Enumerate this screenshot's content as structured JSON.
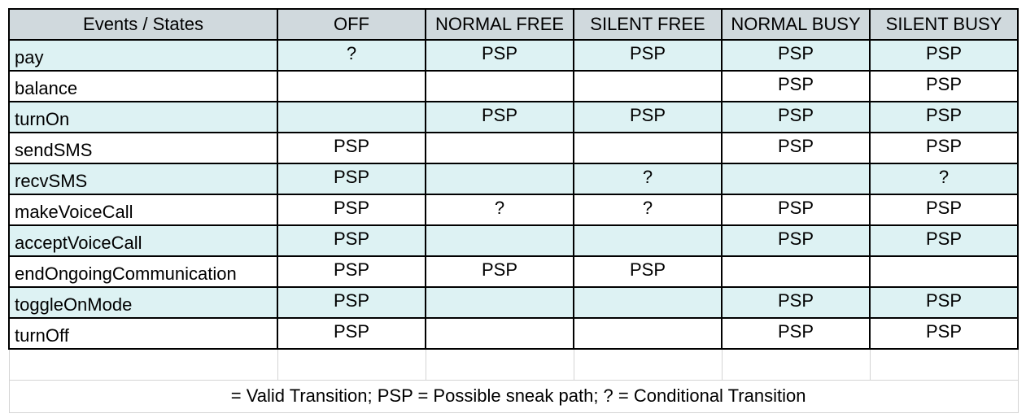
{
  "header": {
    "corner": "Events  /  States",
    "states": [
      "OFF",
      "NORMAL FREE",
      "SILENT FREE",
      "NORMAL BUSY",
      "SILENT BUSY"
    ]
  },
  "rows": [
    {
      "event": "pay",
      "cells": [
        "?",
        "PSP",
        "PSP",
        "PSP",
        "PSP"
      ]
    },
    {
      "event": "balance",
      "cells": [
        "",
        "",
        "",
        "PSP",
        "PSP"
      ]
    },
    {
      "event": "turnOn",
      "cells": [
        "",
        "PSP",
        "PSP",
        "PSP",
        "PSP"
      ]
    },
    {
      "event": "sendSMS",
      "cells": [
        "PSP",
        "",
        "",
        "PSP",
        "PSP"
      ]
    },
    {
      "event": "recvSMS",
      "cells": [
        "PSP",
        "",
        "?",
        "",
        "?"
      ]
    },
    {
      "event": "makeVoiceCall",
      "cells": [
        "PSP",
        "?",
        "?",
        "PSP",
        "PSP"
      ]
    },
    {
      "event": "acceptVoiceCall",
      "cells": [
        "PSP",
        "",
        "",
        "PSP",
        "PSP"
      ]
    },
    {
      "event": "endOngoingCommunication",
      "cells": [
        "PSP",
        "PSP",
        "PSP",
        "",
        ""
      ]
    },
    {
      "event": "toggleOnMode",
      "cells": [
        "PSP",
        "",
        "",
        "PSP",
        "PSP"
      ]
    },
    {
      "event": "turnOff",
      "cells": [
        "PSP",
        "",
        "",
        "PSP",
        "PSP"
      ]
    }
  ],
  "legend": "  = Valid Transition; PSP = Possible sneak path; ? = Conditional Transition",
  "colors": {
    "header_fill": "#d0d9dd",
    "shaded_row_fill": "#ddf2f3",
    "grid_line": "#000000"
  }
}
